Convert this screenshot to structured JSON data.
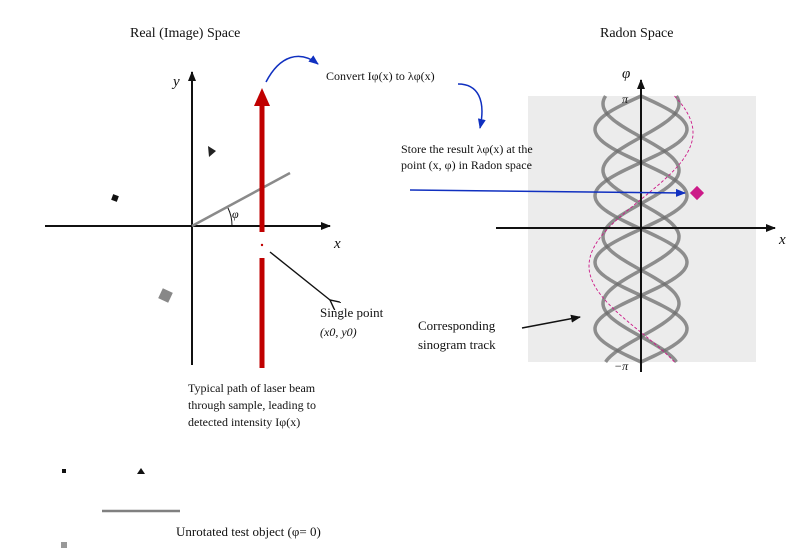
{
  "titles": {
    "real": "Real (Image) Space",
    "radon": "Radon Space"
  },
  "axes": {
    "real_x": "x",
    "real_y": "y",
    "radon_x": "x",
    "radon_phi": "φ",
    "pi_top": "π",
    "pi_bottom": "−π",
    "angle": "φ"
  },
  "annotations": {
    "convert": "Convert Iφ(x) to λφ(x)",
    "store_line1": "Store the result λφ(x) at the",
    "store_line2": "point (x, φ) in Radon space",
    "single_point_line1": "Single point",
    "single_point_line2": "(x0, y0)",
    "laser_line1": "Typical path of laser beam",
    "laser_line2": "through sample, leading to",
    "laser_line3": "detected intensity Iφ(x)",
    "sinogram_line1": "Corresponding",
    "sinogram_line2": "sinogram track",
    "legend": "Unrotated test object (φ= 0)"
  },
  "colors": {
    "beam": "#c00000",
    "blue_arrow": "#1030c0",
    "magenta": "#cc1a88",
    "radon_bg": "#ececec",
    "sinogram": "#707070",
    "object_line": "#808080"
  }
}
